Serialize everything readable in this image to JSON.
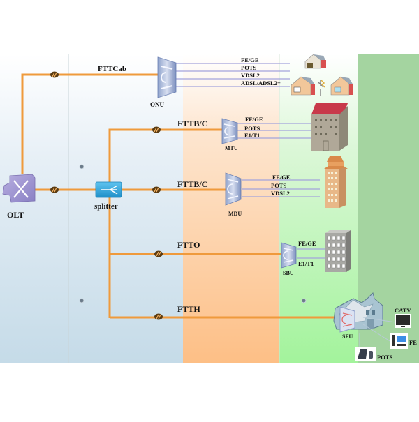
{
  "title": "FTTx network deployment scenarios",
  "colors": {
    "fiber": "#ef9a3c",
    "copper": "#9b9bd6",
    "zone_core": "#c7dcea",
    "zone_distribution": "#fcc38c",
    "zone_access": "#a6f3a0",
    "zone_customer": "#a4d4a0",
    "connector": "#5a3b12"
  },
  "olt": {
    "label": "OLT"
  },
  "splitter": {
    "label": "splitter"
  },
  "branches": [
    {
      "id": "fttcab",
      "fiber_label": "FTTCab",
      "device": "ONU",
      "services": [
        "FE/GE",
        "POTS",
        "VDSL2",
        "ADSL/ADSL2+"
      ],
      "endpoint": "homes"
    },
    {
      "id": "fttb-mtu",
      "fiber_label": "FTTB/C",
      "device": "MTU",
      "services": [
        "FE/GE",
        "POTS",
        "E1/T1"
      ],
      "endpoint": "building"
    },
    {
      "id": "fttb-mdu",
      "fiber_label": "FTTB/C",
      "device": "MDU",
      "services": [
        "FE/GE",
        "POTS",
        "VDSL2"
      ],
      "endpoint": "tower"
    },
    {
      "id": "ftto",
      "fiber_label": "FTTO",
      "device": "SBU",
      "services": [
        "FE/GE",
        "E1/T1"
      ],
      "endpoint": "office"
    },
    {
      "id": "ftth",
      "fiber_label": "FTTH",
      "device": "SFU",
      "services": [
        "CATV",
        "FE",
        "POTS"
      ],
      "endpoint": "house"
    }
  ]
}
